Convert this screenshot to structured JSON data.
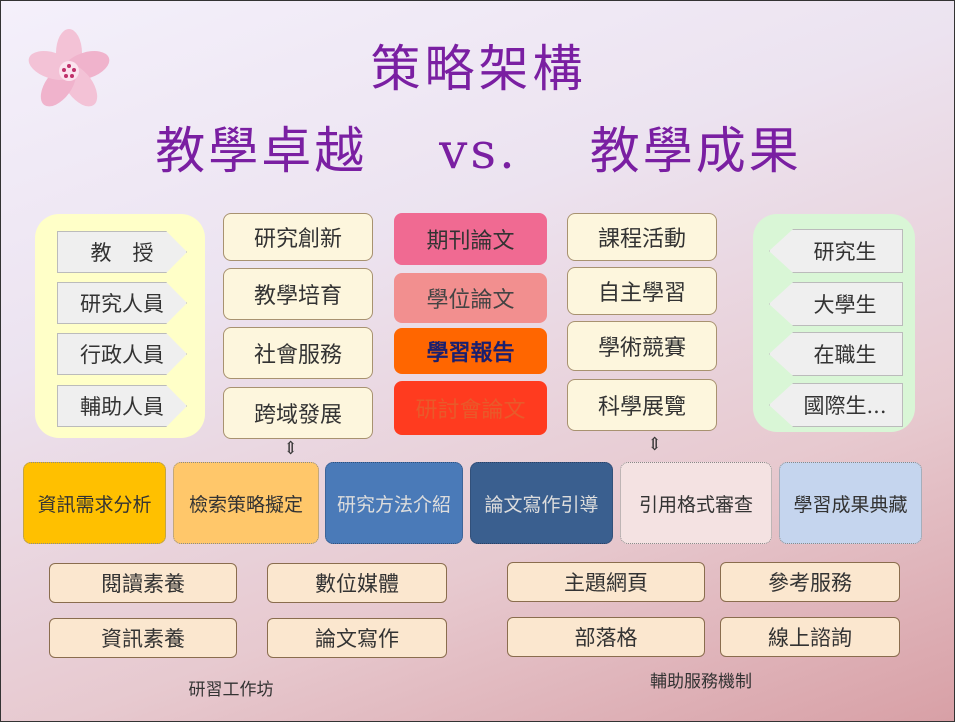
{
  "title": "策略架構",
  "subtitle": "教學卓越　 vs.　 教學成果",
  "left_group": [
    "教　授",
    "研究人員",
    "行政人員",
    "輔助人員"
  ],
  "right_group": [
    "研究生",
    "大學生",
    "在職生",
    "國際生..."
  ],
  "col1": [
    "研究創新",
    "教學培育",
    "社會服務",
    "跨域發展"
  ],
  "col2": [
    "期刊論文",
    "學位論文",
    "學習報告",
    "研討會論文"
  ],
  "col3": [
    "課程活動",
    "自主學習",
    "學術競賽",
    "科學展覽"
  ],
  "connector": "⇕",
  "services": [
    "資訊需求分析",
    "檢索策略擬定",
    "研究方法介紹",
    "論文寫作引導",
    "引用格式審查",
    "學習成果典藏"
  ],
  "workshops": {
    "items": [
      "閱讀素養",
      "數位媒體",
      "資訊素養",
      "論文寫作"
    ],
    "caption": "研習工作坊"
  },
  "support": {
    "items": [
      "主題網頁",
      "參考服務",
      "部落格",
      "線上諮詢"
    ],
    "caption": "輔助服務機制"
  },
  "colors": {
    "title": "#7a1fa2",
    "journal": "#f06a92",
    "thesis": "#f28f8f",
    "report": "#ff6600",
    "conference": "#ff3b1f",
    "service_1": "#ffc000",
    "service_2": "#ffc76a",
    "service_3": "#4a7ab8",
    "service_4": "#3a5f8f",
    "service_5": "#f4e2e2",
    "service_6": "#c5d5ee"
  }
}
